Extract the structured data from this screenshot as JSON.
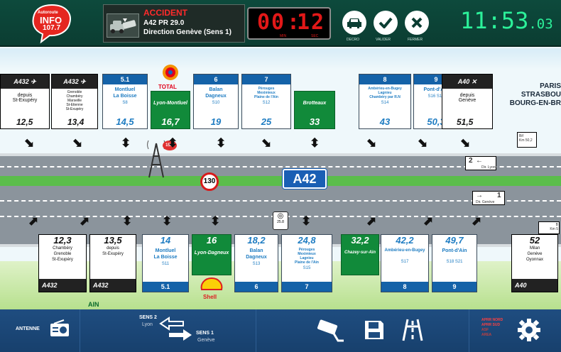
{
  "header": {
    "logo": {
      "line1": "Autoroute",
      "line2": "INFO",
      "line3": "107.7"
    },
    "alert": {
      "title": "ACCIDENT",
      "line1": "A42 PR 29.0",
      "line2": "Direction Genève (Sens 1)"
    },
    "timer": {
      "minutes": "00",
      "seconds": "12",
      "min_label": "MIN",
      "sec_label": "SEC"
    },
    "buttons": {
      "decro": "DECRO",
      "valider": "VALIDER",
      "fermer": "FERMER"
    },
    "clock": {
      "time": "11:53",
      "fraction": "03"
    }
  },
  "scene": {
    "highway": "A42",
    "speed_limit": "130",
    "bif_sign": {
      "line1": "Bif",
      "line2": "Km 50,2"
    },
    "dir_lyon": "Dir. Lyon",
    "dir_geneve": "Dir. Genève",
    "dir_lyon_num": "2",
    "dir_geneve_num": "1",
    "antenna_value": "15.5",
    "radar_value": "25.8",
    "destinations": [
      "PARIS",
      "STRASBOU",
      "BOURG-EN-BR"
    ],
    "right_edge_km": "Km 5",
    "right_edge_b": "B",
    "top_row": [
      {
        "id": "a432-1",
        "road": "A432",
        "from": "depuis",
        "place": "St-Exupéry",
        "km": "12,5"
      },
      {
        "id": "a432-2",
        "road": "A432",
        "places": [
          "Grenoble",
          "Chambéry",
          "Marseille",
          "St-Etienne",
          "St-Exupéry"
        ],
        "km": "13,4"
      },
      {
        "id": "montluel",
        "num": "5.1",
        "name": "Montluel\nLa Boisse",
        "exit": "S8",
        "km": "14,5"
      },
      {
        "id": "lyon-montluel",
        "name": "Lyon-Montluel",
        "km": "16,7",
        "brand": "TOTAL"
      },
      {
        "id": "balan",
        "num": "6",
        "name": "Balan\nDagneux",
        "exit": "S10",
        "km": "19"
      },
      {
        "id": "perouges",
        "num": "7",
        "name": "Pérouges\nMeximieux\nPlaine de l'Ain",
        "exit": "S12",
        "km": "25"
      },
      {
        "id": "brotteaux",
        "name": "Brotteaux",
        "km": "33"
      },
      {
        "id": "amberieu",
        "num": "8",
        "name": "Ambérieu-en-Bugey\nLagnieu\nChambéry par R.N",
        "exit": "S14",
        "km": "43"
      },
      {
        "id": "pont-dain",
        "num": "9",
        "name": "Pont-d'Ain",
        "exit": "S16  S18",
        "km": "50,3"
      },
      {
        "id": "a40",
        "road": "A40",
        "from": "depuis",
        "place": "Genève",
        "km": "51,5"
      }
    ],
    "bottom_row": [
      {
        "id": "chambery-b",
        "km": "12,3",
        "places": [
          "Chambéry",
          "Grenoble",
          "St-Exupéry"
        ],
        "road": "A432"
      },
      {
        "id": "depuis-b",
        "km": "13,5",
        "from": "depuis",
        "place": "St-Exupéry",
        "road": "A432"
      },
      {
        "id": "montluel-b",
        "km": "14",
        "name": "Montluel\nLa Boisse",
        "exit": "S11",
        "num": "5.1"
      },
      {
        "id": "lyon-dagneux",
        "km": "16",
        "name": "Lyon-Dagneux",
        "brand": "Shell"
      },
      {
        "id": "balan-b",
        "km": "18,2",
        "name": "Balan\nDagneux",
        "exit": "S13",
        "num": "6"
      },
      {
        "id": "perouges-b",
        "km": "24,8",
        "name": "Pérouges\nMeximieux\nLagnieu\nPlaine de l'Ain",
        "exit": "S15",
        "num": "7"
      },
      {
        "id": "chazey",
        "km": "32,2",
        "name": "Chazey-sur-Ain"
      },
      {
        "id": "amberieu-b",
        "km": "42,2",
        "name": "Ambérieu-en-Bugey",
        "exit": "S17",
        "num": "8"
      },
      {
        "id": "pont-dain-b",
        "km": "49,7",
        "name": "Pont-d'Ain",
        "exit": "S18  S21",
        "num": "9"
      },
      {
        "id": "milan",
        "km": "52",
        "places": [
          "Milan",
          "Genève",
          "Oyonnax"
        ],
        "road": "A40"
      }
    ],
    "region_label": "AIN"
  },
  "footer": {
    "antenne": "ANTENNE",
    "sens2": "SENS 2",
    "sens2_city": "Lyon",
    "sens1": "SENS 1",
    "sens1_city": "Genève",
    "apr_lines": [
      "APRR NORD",
      "APRR SUD",
      "ASF",
      "AREA"
    ]
  },
  "colors": {
    "accent_green": "#0d4a3c",
    "footer_blue": "#1f4d80",
    "clock": "#2cf19a",
    "timer": "#e21818"
  }
}
